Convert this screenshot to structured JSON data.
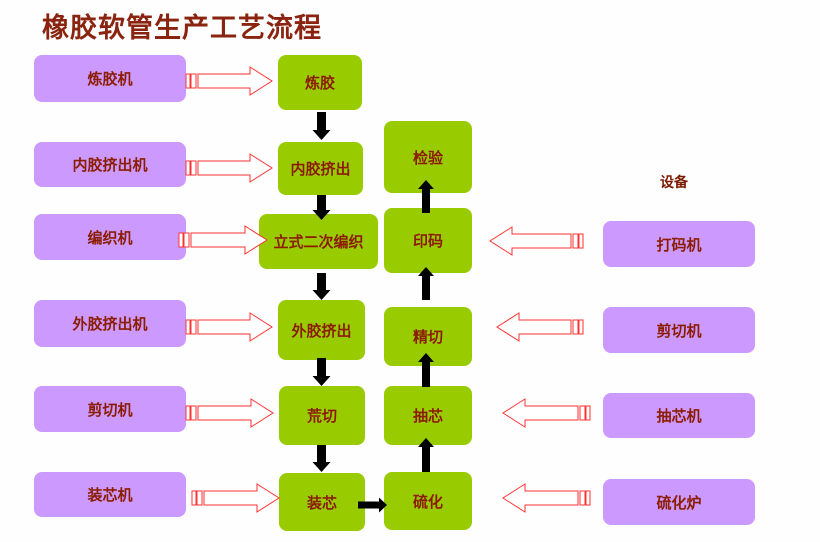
{
  "title": "橡胶软管生产工艺流程",
  "equipment_header": "设备",
  "colors": {
    "title_text": "#8a2410",
    "label_text": "#8b1c00",
    "equipment_box": "#cc99ff",
    "process_box": "#99cc00",
    "equipment_arrow_outline": "#ff3333",
    "process_arrow": "#000000"
  },
  "equipment_left": [
    {
      "label": "炼胶机"
    },
    {
      "label": "内胶挤出机"
    },
    {
      "label": "编织机"
    },
    {
      "label": "外胶挤出机"
    },
    {
      "label": "剪切机"
    },
    {
      "label": "装芯机"
    }
  ],
  "equipment_right": [
    {
      "label": "打码机"
    },
    {
      "label": "剪切机"
    },
    {
      "label": "抽芯机"
    },
    {
      "label": "硫化炉"
    }
  ],
  "process_left": [
    {
      "label": "炼胶"
    },
    {
      "label": "内胶挤出"
    },
    {
      "label": "立式二次编织"
    },
    {
      "label": "外胶挤出"
    },
    {
      "label": "荒切"
    },
    {
      "label": "装芯"
    }
  ],
  "process_right": [
    {
      "label": "检验"
    },
    {
      "label": "印码"
    },
    {
      "label": "精切"
    },
    {
      "label": "抽芯"
    },
    {
      "label": "硫化"
    }
  ],
  "flow_order": [
    "炼胶",
    "内胶挤出",
    "立式二次编织",
    "外胶挤出",
    "荒切",
    "装芯",
    "硫化",
    "抽芯",
    "精切",
    "印码",
    "检验"
  ]
}
